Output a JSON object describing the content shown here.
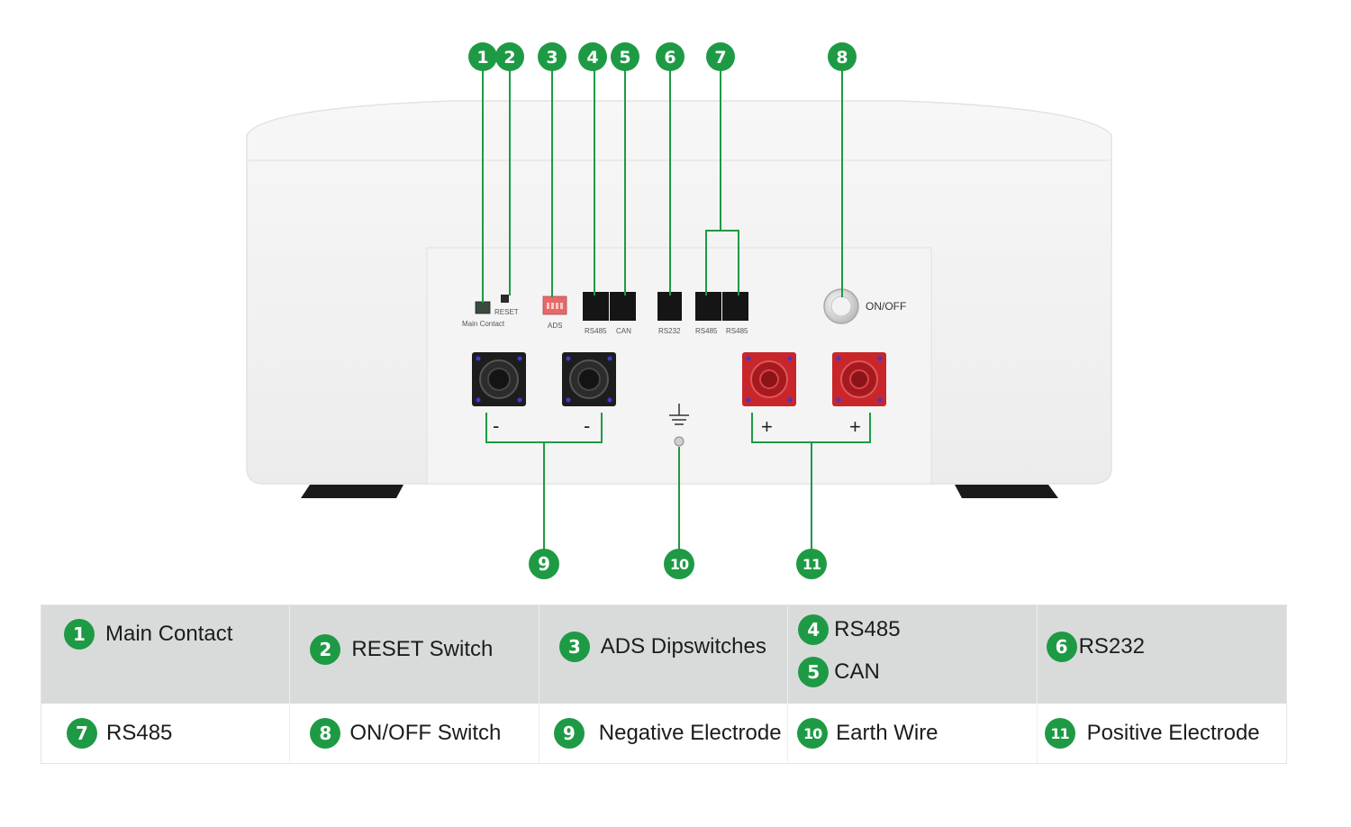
{
  "device": {
    "port_labels": {
      "main_contact": "Main Contact",
      "reset": "RESET",
      "ads": "ADS",
      "rs485_a": "RS485",
      "can": "CAN",
      "rs232": "RS232",
      "rs485_b": "RS485",
      "rs485_c": "RS485",
      "on_off": "ON/OFF"
    },
    "terminal_signs": {
      "neg_1": "-",
      "neg_2": "-",
      "pos_1": "+",
      "pos_2": "+"
    }
  },
  "callouts": [
    "1",
    "2",
    "3",
    "4",
    "5",
    "6",
    "7",
    "8",
    "9",
    "10",
    "11"
  ],
  "legend": {
    "row1": [
      {
        "items": [
          {
            "num": "1",
            "label": "Main Contact"
          }
        ]
      },
      {
        "items": [
          {
            "num": "2",
            "label": "RESET Switch"
          }
        ]
      },
      {
        "items": [
          {
            "num": "3",
            "label": "ADS Dipswitches"
          }
        ]
      },
      {
        "items": [
          {
            "num": "4",
            "label": "RS485"
          },
          {
            "num": "5",
            "label": "CAN"
          }
        ]
      },
      {
        "items": [
          {
            "num": "6",
            "label": "RS232"
          }
        ]
      }
    ],
    "row2": [
      {
        "items": [
          {
            "num": "7",
            "label": "RS485"
          }
        ]
      },
      {
        "items": [
          {
            "num": "8",
            "label": "ON/OFF Switch"
          }
        ]
      },
      {
        "items": [
          {
            "num": "9",
            "label": "Negative Electrode"
          }
        ]
      },
      {
        "items": [
          {
            "num": "10",
            "label": "Earth Wire"
          }
        ]
      },
      {
        "items": [
          {
            "num": "11",
            "label": "Positive Electrode"
          }
        ]
      }
    ]
  },
  "colors": {
    "accent_green": "#1e9a45",
    "positive_red": "#c8262b",
    "legend_band": "#d9dbdb"
  }
}
